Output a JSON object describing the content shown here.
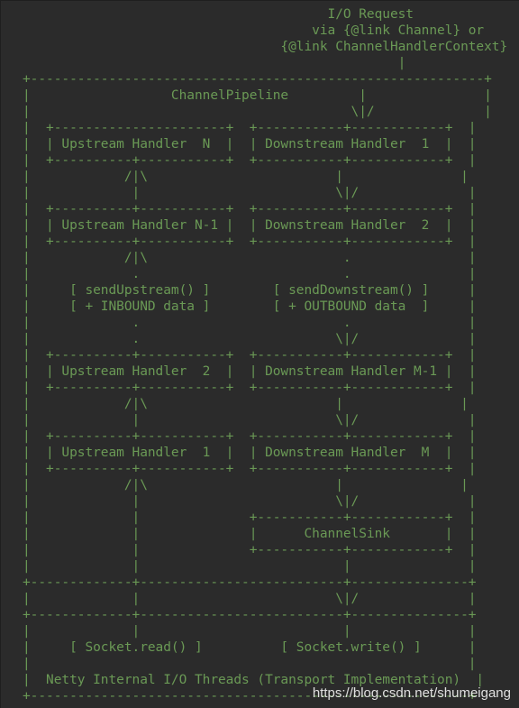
{
  "diagram": {
    "lines": [
      "                                       I/O Request",
      "                                     via {@link Channel} or",
      "                                 {@link ChannelHandlerContext}",
      "                                                |",
      "+----------------------------------------------------------+",
      "|                  ChannelPipeline         |               |",
      "|                                         \\|/              |",
      "|  +----------------------+  +-----------+------------+  |",
      "|  | Upstream Handler  N  |  | Downstream Handler  1  |  |",
      "|  +----------+-----------+  +-----------+------------+  |",
      "|            /|\\                        |               |",
      "|             |                         \\|/              |",
      "|  +----------+-----------+  +-----------+------------+  |",
      "|  | Upstream Handler N-1 |  | Downstream Handler  2  |  |",
      "|  +----------+-----------+  +-----------+------------+  |",
      "|            /|\\                         .               |",
      "|             .                          .               |",
      "|     [ sendUpstream() ]        [ sendDownstream() ]     |",
      "|     [ + INBOUND data ]        [ + OUTBOUND data  ]     |",
      "|             .                          .               |",
      "|             .                         \\|/              |",
      "|  +----------+-----------+  +-----------+------------+  |",
      "|  | Upstream Handler  2  |  | Downstream Handler M-1 |  |",
      "|  +----------+-----------+  +-----------+------------+  |",
      "|            /|\\                        |               |",
      "|             |                         \\|/              |",
      "|  +----------+-----------+  +-----------+------------+  |",
      "|  | Upstream Handler  1  |  | Downstream Handler  M  |  |",
      "|  +----------+-----------+  +-----------+------------+  |",
      "|            /|\\                        |               |",
      "|             |                         \\|/              |",
      "|             |              +-----------+------------+  |",
      "|             |              |      ChannelSink       |  |",
      "|             |              +-----------+------------+  |",
      "|             |                          |               |",
      "+-------------+--------------------------+---------------+",
      "|             |                         \\|/              |",
      "+-------------+--------------------------+---------------+",
      "|             |                          |               |",
      "|     [ Socket.read() ]          [ Socket.write() ]      |",
      "|                                                        |",
      "|  Netty Internal I/O Threads (Transport Implementation)  |",
      "+--------------------------------------------------------+"
    ]
  },
  "watermark": "https://blog.csdn.net/shumeigang"
}
